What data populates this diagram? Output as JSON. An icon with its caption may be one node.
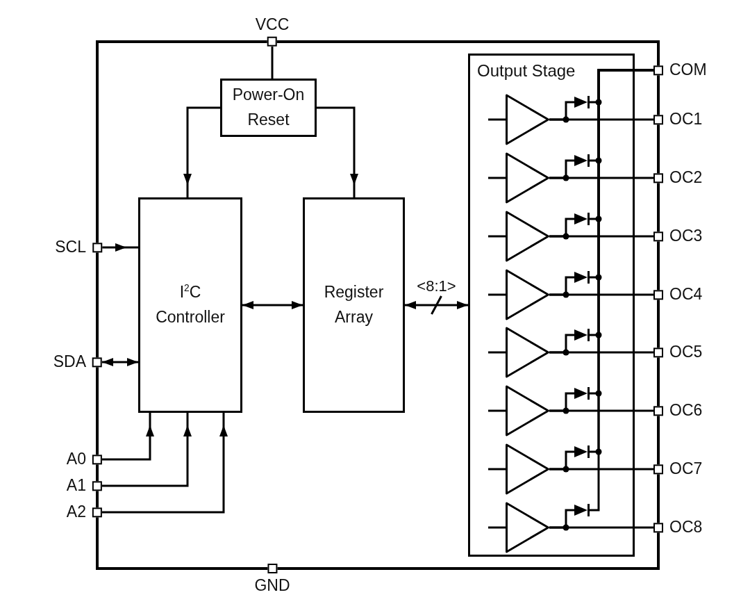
{
  "diagram": {
    "nodes": [
      {
        "text": [],
        "shape": "box"
      },
      {
        "text": [
          "VCC"
        ]
      },
      {
        "text": [
          "Power-On Reset"
        ],
        "in": 0
      },
      {
        "text": [
          "I$^{2}$C Controller"
        ],
        "in": 0
      },
      {
        "text": [
          "Register Array"
        ],
        "in": 0
      },
      {
        "text": [
          "Output Stage"
        ],
        "in": 0
      },
      {
        "text": [],
        "shape": "triangle",
        "in": 5
      },
      {
        "text": [],
        "shape": "triangle",
        "in": 5
      },
      {
        "text": [],
        "shape": "triangle",
        "in": 5
      },
      {
        "text": [],
        "shape": "triangle",
        "in": 5
      },
      {
        "text": [],
        "shape": "triangle",
        "in": 5
      },
      {
        "text": [],
        "shape": "triangle",
        "in": 5
      },
      {
        "text": [],
        "shape": "triangle",
        "in": 5
      },
      {
        "text": [],
        "shape": "triangle",
        "in": 5
      },
      {
        "text": [],
        "shape": "diode",
        "in": 5
      },
      {
        "text": [],
        "shape": "diode",
        "in": 5
      },
      {
        "text": [],
        "shape": "diode",
        "in": 5
      },
      {
        "text": [],
        "shape": "diode",
        "in": 5
      },
      {
        "text": [],
        "shape": "diode",
        "in": 5
      },
      {
        "text": [],
        "shape": "diode",
        "in": 5
      },
      {
        "text": [],
        "shape": "diode",
        "in": 5
      },
      {
        "text": [],
        "shape": "diode",
        "in": 5
      },
      {
        "text": [
          "SCL"
        ]
      },
      {
        "text": [
          "SDA"
        ]
      },
      {
        "text": [
          "A0"
        ]
      },
      {
        "text": [
          "A1"
        ]
      },
      {
        "text": [
          "A2"
        ]
      },
      {
        "text": [
          "COM"
        ]
      },
      {
        "text": [
          "OC1"
        ]
      },
      {
        "text": [
          "OC2"
        ]
      },
      {
        "text": [
          "OC3"
        ]
      },
      {
        "text": [
          "OC4"
        ]
      },
      {
        "text": [
          "OC5"
        ]
      },
      {
        "text": [
          "OC6"
        ]
      },
      {
        "text": [
          "OC7"
        ]
      },
      {
        "text": [
          "OC8"
        ]
      },
      {
        "text": [
          "GND"
        ]
      }
    ],
    "edges": [
      {
        "from": 1,
        "to": 2,
        "arrow": "none"
      },
      {
        "from": 2,
        "to": 3,
        "arrow": "to"
      },
      {
        "from": 2,
        "to": 4,
        "arrow": "to"
      },
      {
        "from": 22,
        "to": 3,
        "arrow": "to"
      },
      {
        "from": 23,
        "to": 3,
        "arrow": "both"
      },
      {
        "from": 3,
        "to": 4,
        "arrow": "both"
      },
      {
        "from": 4,
        "to": 5,
        "arrow": "both",
        "label": "<8:1>"
      },
      {
        "from": 24,
        "to": 3,
        "arrow": "to"
      },
      {
        "from": 25,
        "to": 3,
        "arrow": "to"
      },
      {
        "from": 26,
        "to": 3,
        "arrow": "to"
      },
      {
        "from": null,
        "to": 6,
        "arrow": "none"
      },
      {
        "from": null,
        "to": 7,
        "arrow": "none"
      },
      {
        "from": null,
        "to": 8,
        "arrow": "none"
      },
      {
        "from": null,
        "to": 9,
        "arrow": "none"
      },
      {
        "from": null,
        "to": 10,
        "arrow": "none"
      },
      {
        "from": null,
        "to": 11,
        "arrow": "none"
      },
      {
        "from": null,
        "to": 12,
        "arrow": "none"
      },
      {
        "from": null,
        "to": 13,
        "arrow": "none"
      },
      {
        "from": 6,
        "to": 28,
        "arrow": "none"
      },
      {
        "from": 7,
        "to": 29,
        "arrow": "none"
      },
      {
        "from": 8,
        "to": 30,
        "arrow": "none"
      },
      {
        "from": 9,
        "to": 31,
        "arrow": "none"
      },
      {
        "from": 10,
        "to": 32,
        "arrow": "none"
      },
      {
        "from": 11,
        "to": 33,
        "arrow": "none"
      },
      {
        "from": 12,
        "to": 34,
        "arrow": "none"
      },
      {
        "from": 13,
        "to": 35,
        "arrow": "none"
      },
      {
        "from": 6,
        "to": 14,
        "arrow": "none"
      },
      {
        "from": 7,
        "to": 15,
        "arrow": "none"
      },
      {
        "from": 8,
        "to": 16,
        "arrow": "none"
      },
      {
        "from": 9,
        "to": 17,
        "arrow": "none"
      },
      {
        "from": 10,
        "to": 18,
        "arrow": "none"
      },
      {
        "from": 11,
        "to": 19,
        "arrow": "none"
      },
      {
        "from": 12,
        "to": 20,
        "arrow": "none"
      },
      {
        "from": 13,
        "to": 21,
        "arrow": "none"
      },
      {
        "from": 27,
        "to": 14,
        "arrow": "none"
      },
      {
        "from": 27,
        "to": 15,
        "arrow": "none"
      },
      {
        "from": 27,
        "to": 16,
        "arrow": "none"
      },
      {
        "from": 27,
        "to": 17,
        "arrow": "none"
      },
      {
        "from": 27,
        "to": 18,
        "arrow": "none"
      },
      {
        "from": 27,
        "to": 19,
        "arrow": "none"
      },
      {
        "from": 27,
        "to": 20,
        "arrow": "none"
      },
      {
        "from": 27,
        "to": 21,
        "arrow": "none"
      }
    ]
  }
}
